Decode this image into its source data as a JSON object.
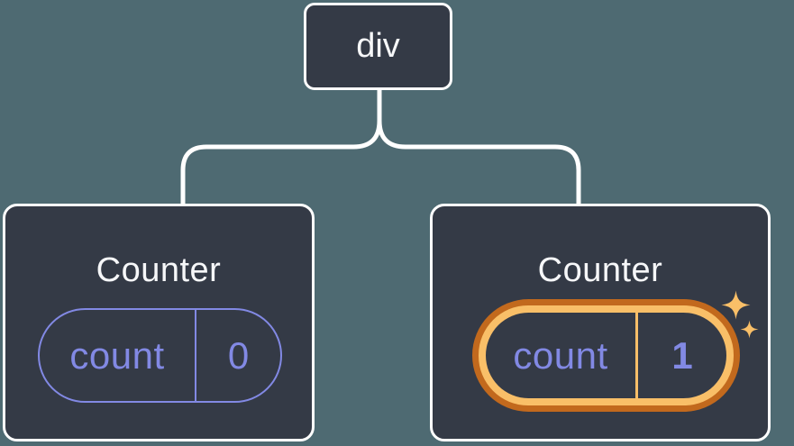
{
  "diagram": {
    "root": {
      "label": "div"
    },
    "children": [
      {
        "title": "Counter",
        "state": {
          "key": "count",
          "value": "0"
        },
        "highlighted": false
      },
      {
        "title": "Counter",
        "state": {
          "key": "count",
          "value": "1"
        },
        "highlighted": true
      }
    ]
  },
  "colors": {
    "background": "#4E6A72",
    "node_fill": "#343A46",
    "node_border": "#FFFFFF",
    "connector": "#FFFFFF",
    "text_primary": "#F6F7F9",
    "state_accent_purple": "#8289E4",
    "highlight_orange_dark": "#C2691D",
    "highlight_orange_light": "#F9BF68"
  },
  "icons": {
    "sparkle_large": "sparkle-4-point-star-large",
    "sparkle_small": "sparkle-4-point-star-small"
  }
}
